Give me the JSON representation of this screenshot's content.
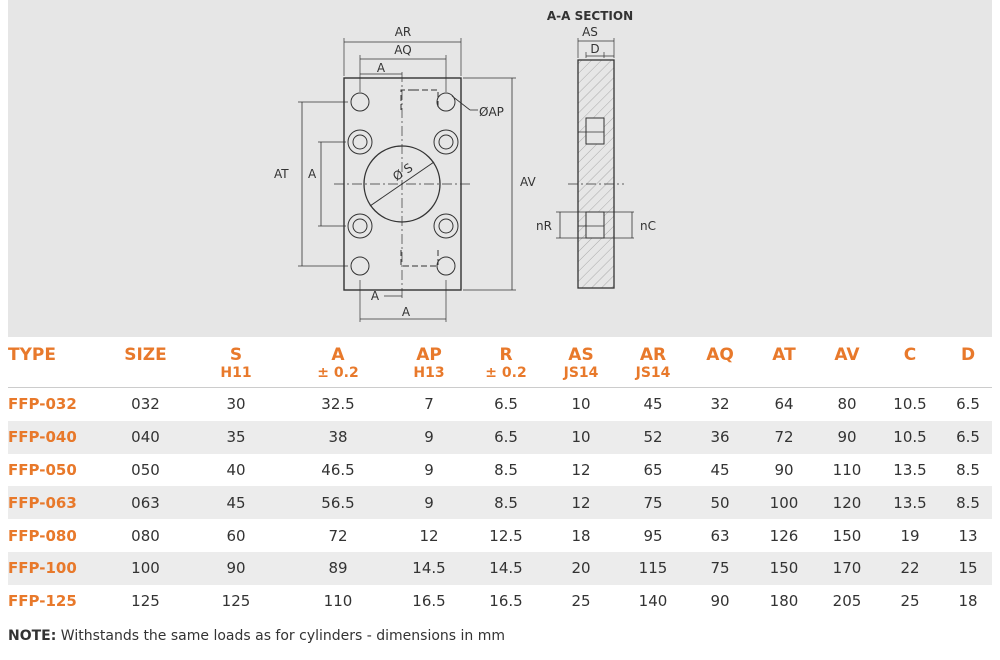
{
  "drawing": {
    "section_title": "A-A SECTION",
    "labels": {
      "ar": "AR",
      "aq": "AQ",
      "a_top": "A",
      "ap": "ØAP",
      "at": "AT",
      "a_left": "A",
      "av": "AV",
      "s": "Ø S",
      "a_bottom1": "A",
      "a_bottom2": "A",
      "as": "AS",
      "d": "D",
      "nr": "nR",
      "nc": "nC"
    }
  },
  "table": {
    "columns": [
      {
        "main": "TYPE",
        "sub": ""
      },
      {
        "main": "SIZE",
        "sub": ""
      },
      {
        "main": "S",
        "sub": "H11"
      },
      {
        "main": "A",
        "sub": "± 0.2"
      },
      {
        "main": "AP",
        "sub": "H13"
      },
      {
        "main": "R",
        "sub": "± 0.2"
      },
      {
        "main": "AS",
        "sub": "JS14"
      },
      {
        "main": "AR",
        "sub": "JS14"
      },
      {
        "main": "AQ",
        "sub": ""
      },
      {
        "main": "AT",
        "sub": ""
      },
      {
        "main": "AV",
        "sub": ""
      },
      {
        "main": "C",
        "sub": ""
      },
      {
        "main": "D",
        "sub": ""
      }
    ],
    "rows": [
      [
        "FFP-032",
        "032",
        "30",
        "32.5",
        "7",
        "6.5",
        "10",
        "45",
        "32",
        "64",
        "80",
        "10.5",
        "6.5"
      ],
      [
        "FFP-040",
        "040",
        "35",
        "38",
        "9",
        "6.5",
        "10",
        "52",
        "36",
        "72",
        "90",
        "10.5",
        "6.5"
      ],
      [
        "FFP-050",
        "050",
        "40",
        "46.5",
        "9",
        "8.5",
        "12",
        "65",
        "45",
        "90",
        "110",
        "13.5",
        "8.5"
      ],
      [
        "FFP-063",
        "063",
        "45",
        "56.5",
        "9",
        "8.5",
        "12",
        "75",
        "50",
        "100",
        "120",
        "13.5",
        "8.5"
      ],
      [
        "FFP-080",
        "080",
        "60",
        "72",
        "12",
        "12.5",
        "18",
        "95",
        "63",
        "126",
        "150",
        "19",
        "13"
      ],
      [
        "FFP-100",
        "100",
        "90",
        "89",
        "14.5",
        "14.5",
        "20",
        "115",
        "75",
        "150",
        "170",
        "22",
        "15"
      ],
      [
        "FFP-125",
        "125",
        "125",
        "110",
        "16.5",
        "16.5",
        "25",
        "140",
        "90",
        "180",
        "205",
        "25",
        "18"
      ]
    ]
  },
  "note": {
    "label": "NOTE:",
    "text": " Withstands the same loads as for cylinders - dimensions in mm"
  }
}
